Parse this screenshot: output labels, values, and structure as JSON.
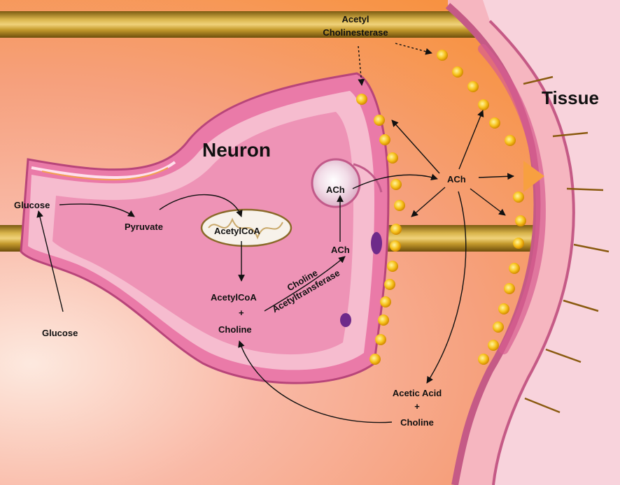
{
  "title": "Neuron",
  "tissue_label": "Tissue",
  "enzyme_label_line1": "Acetyl",
  "enzyme_label_line2": "Cholinesterase",
  "labels": {
    "glucose_in_axon": "Glucose",
    "glucose_outside": "Glucose",
    "pyruvate": "Pyruvate",
    "acetylcoa_mito": "AcetylCoA",
    "acetylcoa": "AcetylCoA",
    "plus1": "+",
    "choline": "Choline",
    "ach_vesicle": "ACh",
    "ach_synthesized": "ACh",
    "ach_cleft": "ACh",
    "choline_enzyme_line1": "Choline",
    "choline_enzyme_line2": "Acetyltransferase",
    "acetic_acid": "Acetic Acid",
    "plus2": "+",
    "choline_recycled": "Choline"
  }
}
